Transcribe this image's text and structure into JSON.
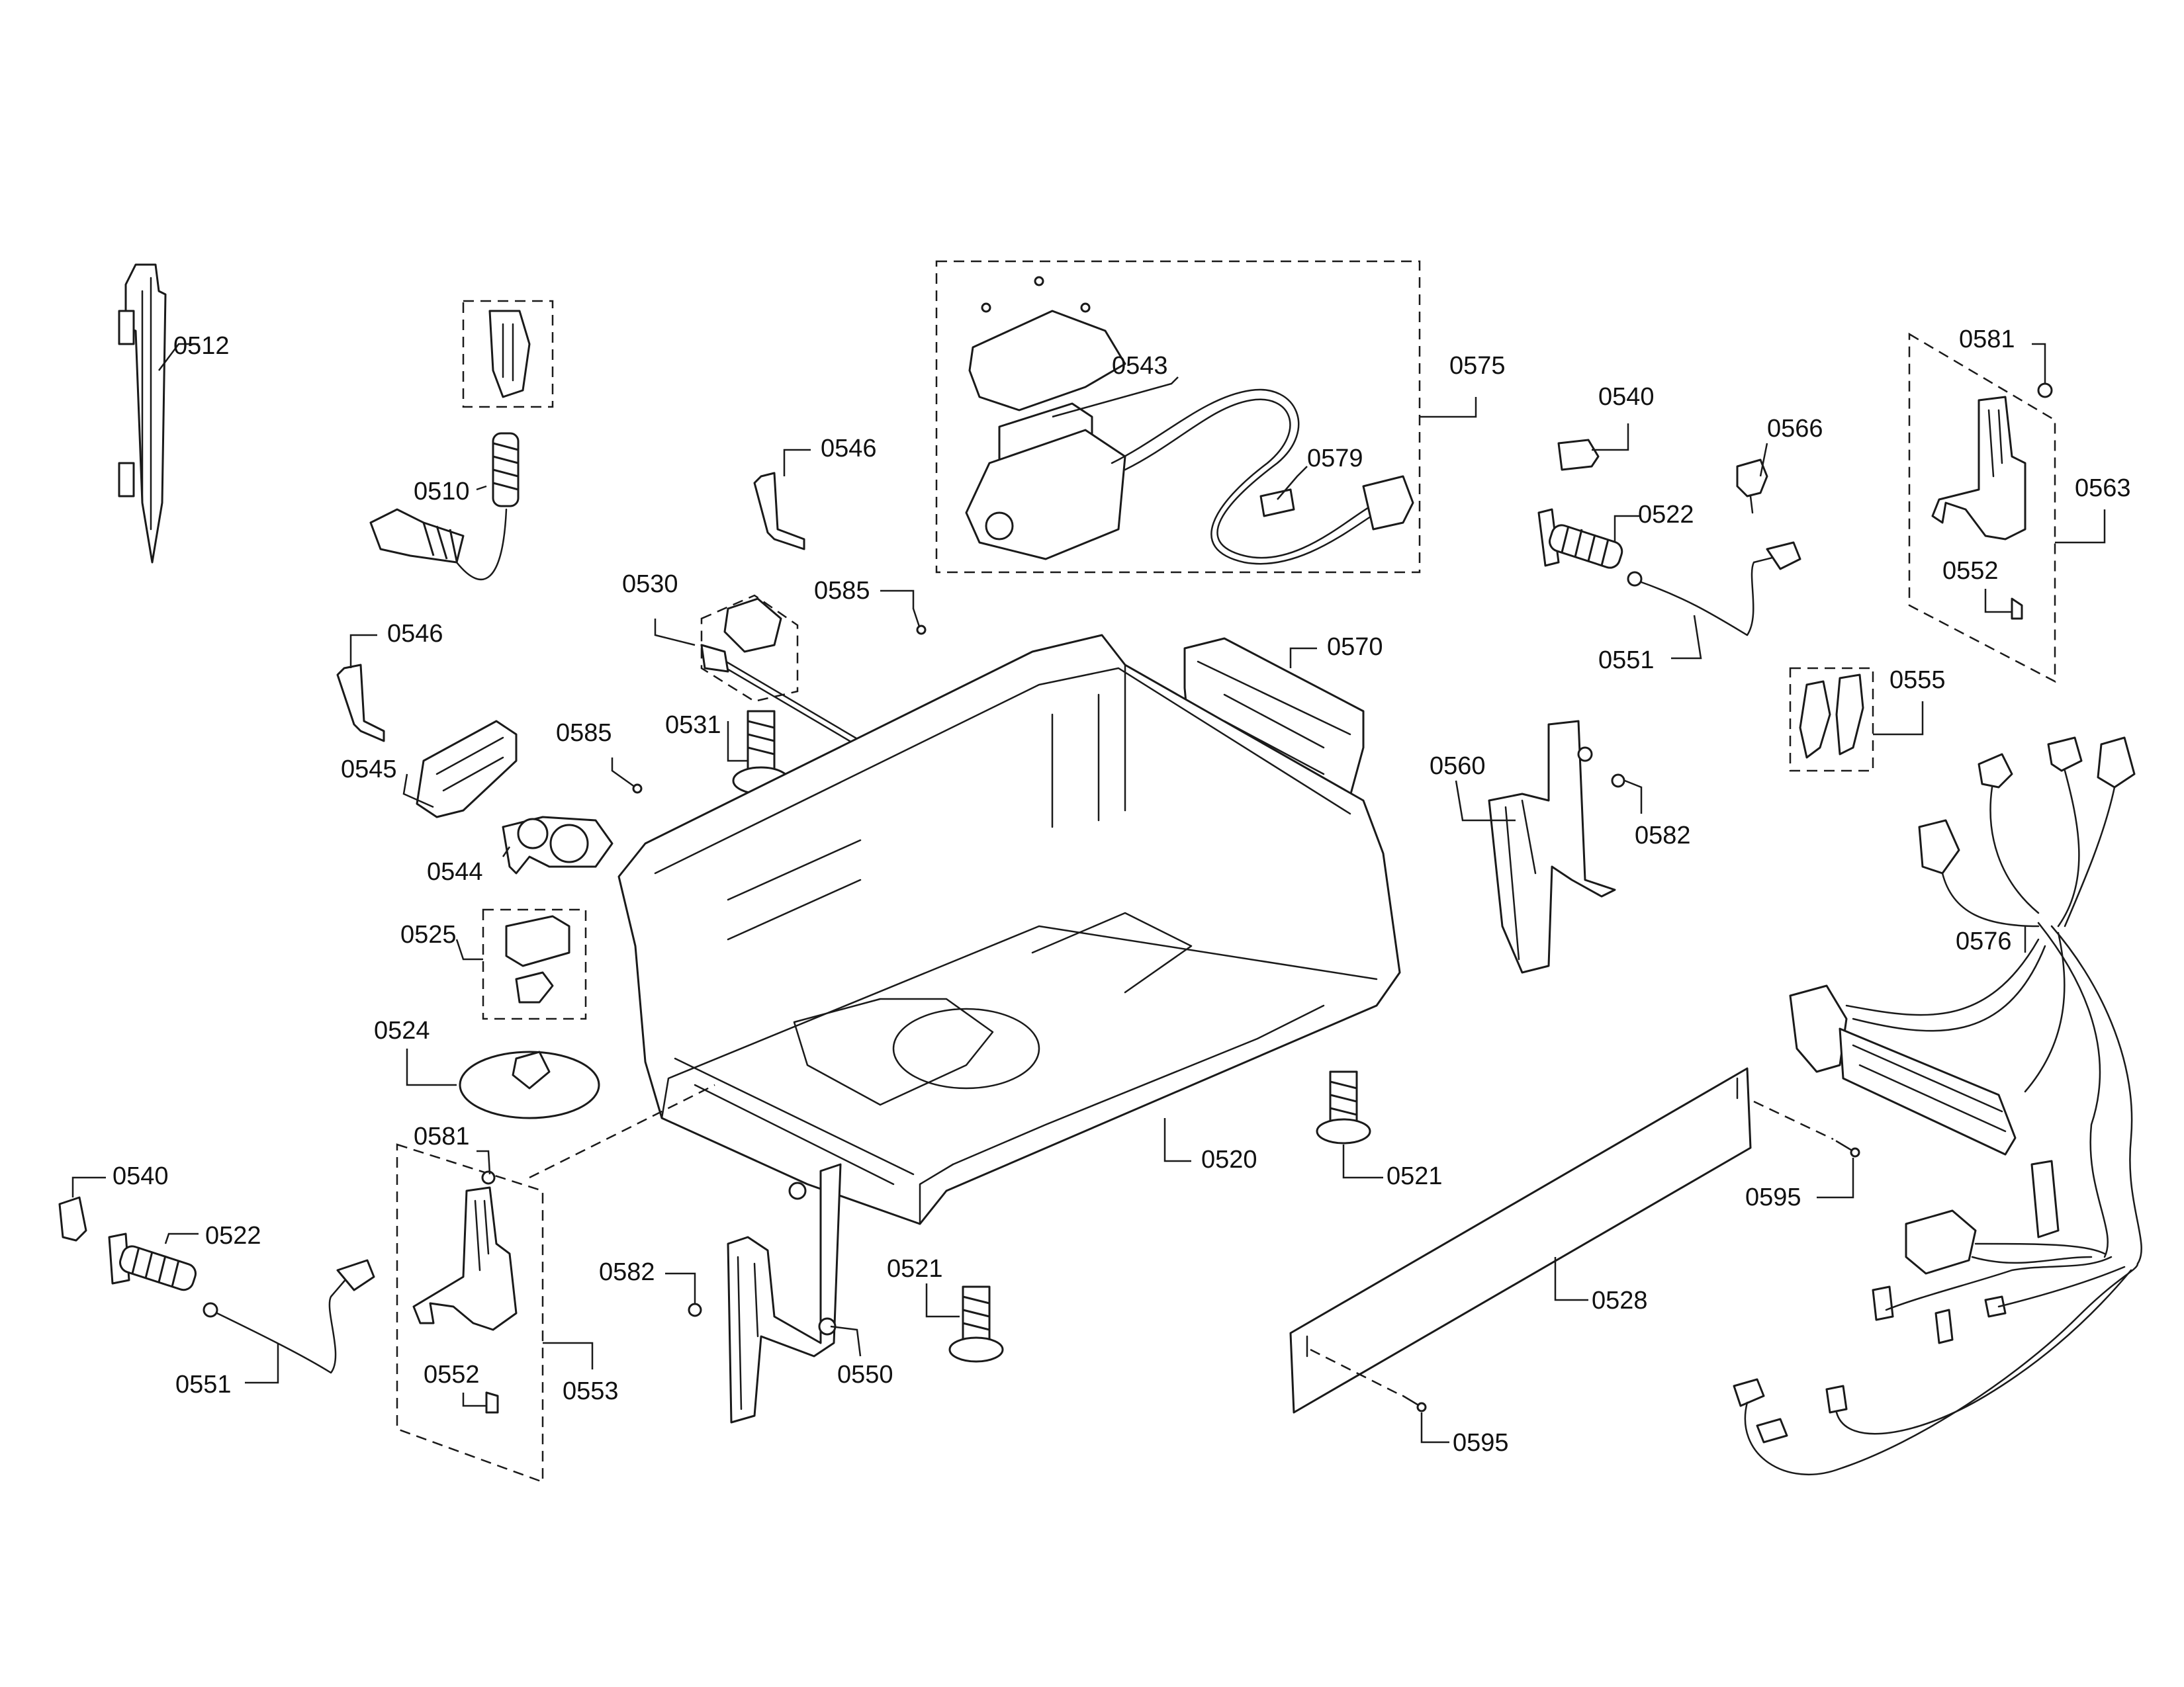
{
  "labels": {
    "p0512": "0512",
    "p0510": "0510",
    "p0546a": "0546",
    "p0546b": "0546",
    "p0545": "0545",
    "p0585a": "0585",
    "p0585b": "0585",
    "p0544": "0544",
    "p0525": "0525",
    "p0524": "0524",
    "p0530": "0530",
    "p0531": "0531",
    "p0543": "0543",
    "p0575": "0575",
    "p0579": "0579",
    "p0570": "0570",
    "p0540a": "0540",
    "p0540b": "0540",
    "p0522a": "0522",
    "p0522b": "0522",
    "p0566": "0566",
    "p0551a": "0551",
    "p0551b": "0551",
    "p0581a": "0581",
    "p0581b": "0581",
    "p0563": "0563",
    "p0552a": "0552",
    "p0552b": "0552",
    "p0555": "0555",
    "p0560": "0560",
    "p0582a": "0582",
    "p0582b": "0582",
    "p0576": "0576",
    "p0520": "0520",
    "p0521a": "0521",
    "p0521b": "0521",
    "p0595a": "0595",
    "p0595b": "0595",
    "p0528": "0528",
    "p0553": "0553",
    "p0550": "0550"
  }
}
